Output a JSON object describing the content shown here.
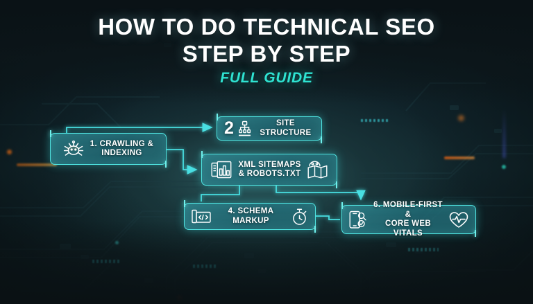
{
  "title": {
    "line1": "HOW TO DO TECHNICAL SEO",
    "line2": "STEP BY STEP",
    "subtitle": "FULL GUIDE"
  },
  "theme": {
    "box_border": "#4fe3e0",
    "box_fill": "#2a7b85",
    "accent_cyan": "#2fe3d2",
    "title_color": "#ffffff",
    "background": "#0d1a1f",
    "wire_color": "#3fd8da"
  },
  "flow": {
    "nodes": [
      {
        "id": "crawling-indexing",
        "number": "1.",
        "label": "1. CRAWLING &\nINDEXING",
        "icons_left": [
          "spider-crawler-icon"
        ],
        "icons_right": []
      },
      {
        "id": "site-structure",
        "number": "2",
        "label": "SITE STRUCTURE",
        "icons_left": [
          "sitemap-hierarchy-icon"
        ],
        "icons_right": []
      },
      {
        "id": "xml-sitemaps-robots",
        "number": "",
        "label": "XML SITEMAPS\n& ROBOTS.TXT",
        "icons_left": [
          "sitemap-document-icon"
        ],
        "icons_right": [
          "folded-map-icon"
        ]
      },
      {
        "id": "schema-markup",
        "number": "4.",
        "label": "4. SCHEMA MARKUP",
        "icons_left": [
          "code-window-icon"
        ],
        "icons_right": [
          "stopwatch-icon"
        ]
      },
      {
        "id": "mobile-first-core-web-vitals",
        "number": "6.",
        "label": "6. MOBILE-FIRST &\nCORE WEB VITALS",
        "icons_left": [
          "mobile-phone-icon"
        ],
        "icons_right": [
          "heart-pulse-icon"
        ]
      }
    ],
    "connections": [
      {
        "from": "crawling-indexing",
        "to": "site-structure"
      },
      {
        "from": "crawling-indexing",
        "to": "xml-sitemaps-robots"
      },
      {
        "from": "xml-sitemaps-robots",
        "to": "schema-markup"
      },
      {
        "from": "xml-sitemaps-robots",
        "to": "mobile-first-core-web-vitals"
      },
      {
        "from": "schema-markup",
        "to": "mobile-first-core-web-vitals"
      }
    ]
  }
}
